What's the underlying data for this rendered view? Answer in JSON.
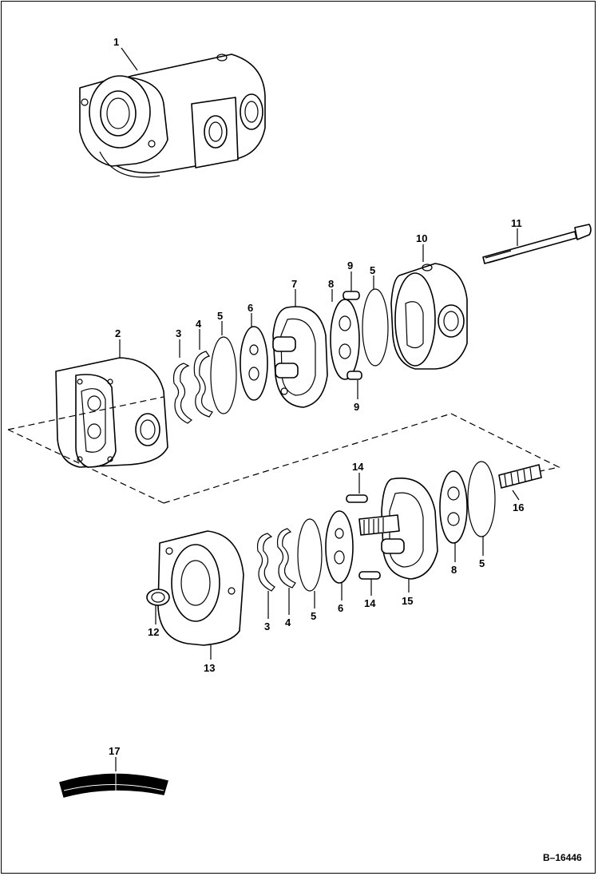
{
  "diagram": {
    "callouts": {
      "c1": "1",
      "c2": "2",
      "c3a": "3",
      "c4a": "4",
      "c5a": "5",
      "c6a": "6",
      "c7": "7",
      "c8a": "8",
      "c9a": "9",
      "c5b": "5",
      "c10": "10",
      "c11": "11",
      "c9b": "9",
      "c14a": "14",
      "c16": "16",
      "c8b": "8",
      "c5c": "5",
      "c15": "15",
      "c14b": "14",
      "c6b": "6",
      "c5d": "5",
      "c4b": "4",
      "c3b": "3",
      "c12": "12",
      "c13": "13",
      "c17": "17"
    },
    "figure_id": "B–16446"
  }
}
